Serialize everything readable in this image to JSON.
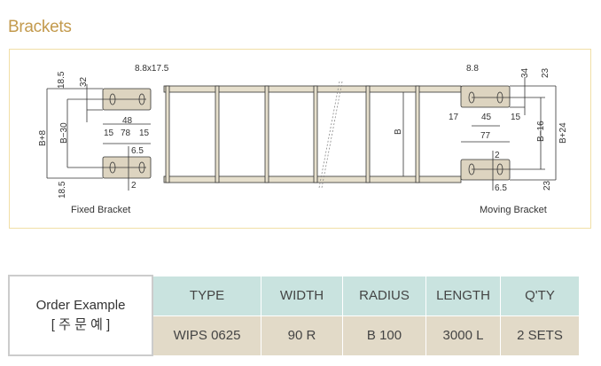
{
  "title": "Brackets",
  "diagram": {
    "fixed_label": "Fixed Bracket",
    "moving_label": "Moving Bracket",
    "fixed_dims": {
      "top_offset": "18.5",
      "bottom_offset": "18.5",
      "d32": "32",
      "slot": "8.8x17.5",
      "d48": "48",
      "d15a": "15",
      "d78": "78",
      "d15b": "15",
      "d65": "6.5",
      "d2": "2",
      "bplus8": "B+8",
      "bminus30": "B−30"
    },
    "moving_dims": {
      "slot": "8.8",
      "d34": "34",
      "d23top": "23",
      "d23bot": "23",
      "d17": "17",
      "d45": "45",
      "d15": "15",
      "d77": "77",
      "d2": "2",
      "d65": "6.5",
      "bminus16": "B−16",
      "bplus24": "B+24"
    },
    "center_dim": "B"
  },
  "order": {
    "label": "Order Example",
    "label_ko": "[ 주 문 예 ]",
    "headers": [
      "TYPE",
      "WIDTH",
      "RADIUS",
      "LENGTH",
      "Q'TY"
    ],
    "values": [
      "WIPS 0625",
      "90 R",
      "B 100",
      "3000 L",
      "2 SETS"
    ]
  }
}
